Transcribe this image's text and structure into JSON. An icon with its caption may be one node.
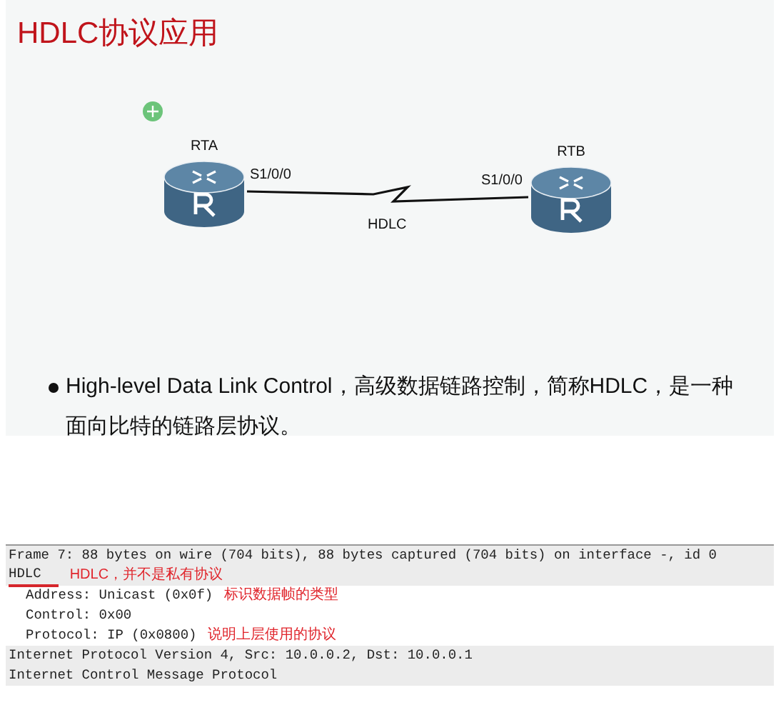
{
  "diagram": {
    "title": "HDLC协议应用",
    "nodes": [
      {
        "text": [
          "RTA"
        ]
      },
      {
        "text": [
          "RTB"
        ]
      }
    ],
    "edges": [
      {
        "from": 0,
        "to": 1,
        "arrow": "none",
        "label": "HDLC"
      }
    ],
    "labels": [
      "S1/0/0",
      "S1/0/0",
      "High-level Data Link Control，高级数据链路控制，简称HDLC，是一种面向比特的链路层协议。",
      "Frame 7: 88 bytes on wire (704 bits), 88 bytes captured (704 bits) on interface -, id 0",
      "HDLC",
      "HDLC，并不是私有协议",
      "Address: Unicast (0x0f)",
      "标识数据帧的类型",
      "Control: 0x00",
      "Protocol: IP (0x0800)",
      "说明上层使用的协议",
      "Internet Protocol Version 4, Src: 10.0.0.2, Dst: 10.0.0.1",
      "Internet Control Message Protocol"
    ]
  }
}
